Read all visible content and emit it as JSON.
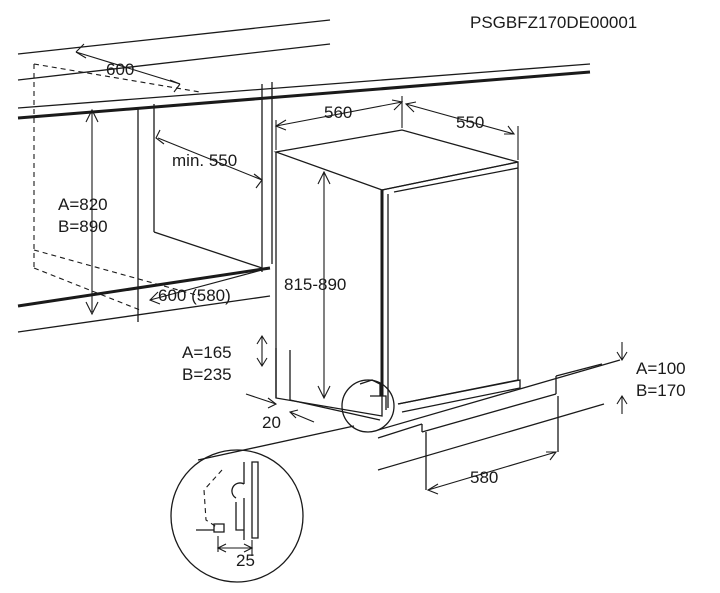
{
  "drawing_code": "PSGBFZ170DE00001",
  "dimensions": {
    "niche_depth_top": "600",
    "appliance_width": "560",
    "appliance_depth": "550",
    "min_depth": "min. 550",
    "height_a": "A=820",
    "height_b": "B=890",
    "appliance_height": "815-890",
    "niche_depth_bottom": "600 (580)",
    "plinth_left_a": "A=165",
    "plinth_left_b": "B=235",
    "plinth_right_a": "A=100",
    "plinth_right_b": "B=170",
    "offset_20": "20",
    "plinth_depth": "580",
    "detail_25": "25"
  }
}
